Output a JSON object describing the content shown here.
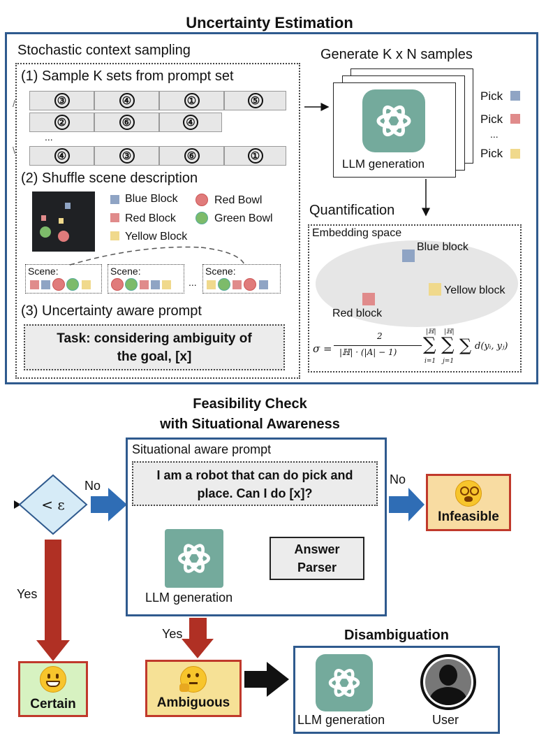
{
  "top": {
    "title": "Uncertainty Estimation",
    "stochastic_label": "Stochastic context sampling",
    "step1": "(1) Sample K sets from prompt set",
    "rows": [
      [
        "③",
        "④",
        "①",
        "⑤"
      ],
      [
        "②",
        "⑥",
        "④"
      ],
      [
        "④",
        "③",
        "⑥",
        "①"
      ]
    ],
    "ellipsis": "...",
    "step2": "(2) Shuffle scene description",
    "legend": {
      "blue_block": "Blue Block",
      "red_bowl": "Red Bowl",
      "red_block": "Red Block",
      "green_bowl": "Green Bowl",
      "yellow_block": "Yellow Block"
    },
    "scene_label": "Scene:",
    "scene_gap": "...",
    "step3": "(3) Uncertainty aware prompt",
    "task_line1": "Task: considering ambiguity of",
    "task_line2": "the goal, [x]",
    "generate_label": "Generate K x N samples",
    "llm_label": "LLM generation",
    "pick_label": "Pick",
    "pick_gap": "...",
    "quant_label": "Quantification",
    "embed_label": "Embedding space",
    "blue_block_node": "Blue block",
    "yellow_block_node": "Yellow block",
    "red_block_node": "Red block",
    "formula": {
      "sigma": "σ =",
      "numerator": "2",
      "denominator": "|ℍ| · (|A| − 1)",
      "sum_top": "|ℍ|",
      "sum_i": "i=1",
      "sum_j": "j=1",
      "tail": "d(yᵢ, yⱼ)"
    }
  },
  "bottom": {
    "title_line1": "Feasibility Check",
    "title_line2": "with Situational Awareness",
    "threshold": "< ε",
    "no_left": "No",
    "no_right": "No",
    "yes_left": "Yes",
    "yes_mid": "Yes",
    "sa_prompt_label": "Situational aware prompt",
    "sa_line1": "I am a robot that can do pick and",
    "sa_line2": "place. Can I do [x]?",
    "llm_label": "LLM generation",
    "parser_line1": "Answer",
    "parser_line2": "Parser",
    "infeasible": "Infeasible",
    "certain": "Certain",
    "ambiguous": "Ambiguous",
    "disamb_title": "Disambiguation",
    "disamb_llm": "LLM generation",
    "user": "User"
  },
  "colors": {
    "panel_border": "#2f5a8e",
    "arrow_blue": "#2f6db5",
    "arrow_red": "#b03024",
    "llm_green": "#74aa9c",
    "blue_block": "#8fa4c4",
    "red_block": "#e08b8b",
    "yellow_block": "#f0d98c",
    "red_bowl": "#e07b7b",
    "green_bowl": "#7dbb6a"
  }
}
